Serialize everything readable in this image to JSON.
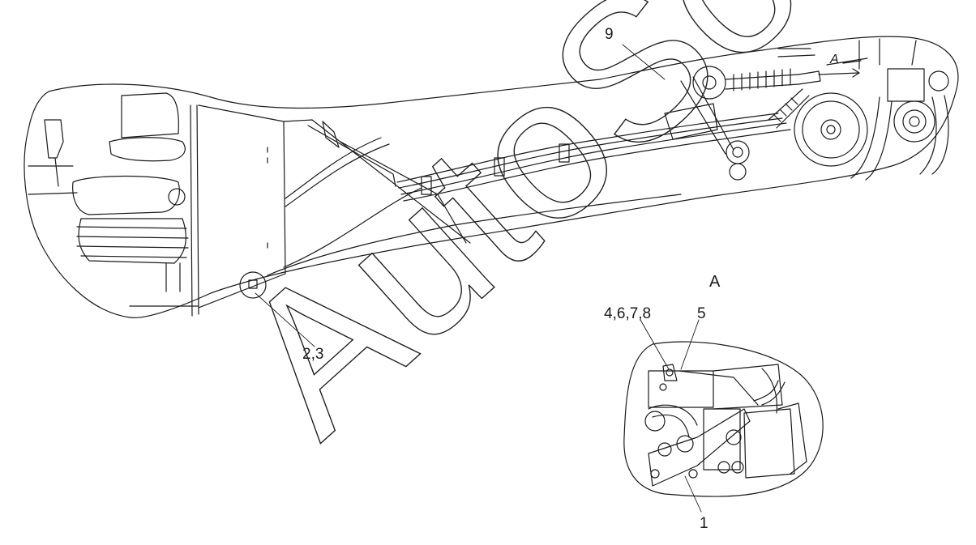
{
  "diagram": {
    "callouts": {
      "c9": "9",
      "c23": "2,3",
      "c4678": "4,6,7,8",
      "c5": "5",
      "c1": "1"
    },
    "view_marker": "A",
    "view_label": "A"
  },
  "watermark": "AutoSoft",
  "colors": {
    "line": "#1a1a1a",
    "background": "#ffffff"
  }
}
